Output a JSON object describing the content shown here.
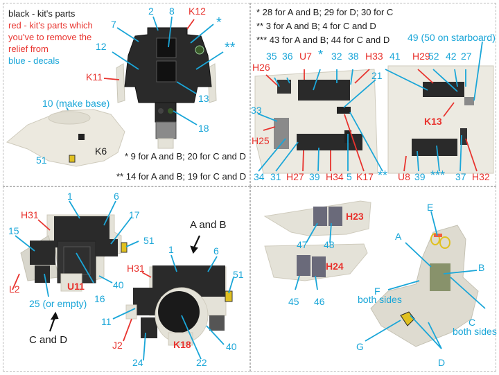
{
  "legend": {
    "black": "black - kit's parts",
    "red_1": "red - kit's parts which",
    "red_2": "you've to remove the",
    "red_3": "relief from",
    "blue": "blue - decals"
  },
  "colors": {
    "decal_blue": "#1aa6d8",
    "relief_red": "#e8332e",
    "kit_black": "#1a1a1a",
    "resin": "#e4e2d8",
    "panel_dark": "#2a2a2a"
  },
  "panel_top_left": {
    "labels": {
      "l2": "2",
      "l8": "8",
      "k12": "K12",
      "l7": "7",
      "star": "*",
      "l12": "12",
      "dstar": "**",
      "k11": "K11",
      "l13": "13",
      "l18": "18",
      "l10": "10 (make base)",
      "k6": "K6",
      "l51": "51"
    },
    "notes": [
      "* 9 for A and B; 20 for C and D",
      "** 14 for A and B; 19 for C and D"
    ]
  },
  "panel_top_right": {
    "notes": [
      "* 28 for A and B; 29 for D; 30 for C",
      "** 3 for A and B; 4 for C and D",
      "*** 43 for A and B; 44 for C and D"
    ],
    "labels": {
      "l49": "49 (50 on starboard)",
      "l35": "35",
      "l36": "36",
      "u7": "U7",
      "star": "*",
      "l32": "32",
      "l38": "38",
      "h33": "H33",
      "l41": "41",
      "h29": "H29",
      "l52": "52",
      "l42": "42",
      "l27": "27",
      "h26": "H26",
      "l21": "21",
      "l33": "33",
      "h25": "H25",
      "k13": "K13",
      "l34": "34",
      "l31": "31",
      "h27": "H27",
      "l39a": "39",
      "h34": "H34",
      "l5": "5",
      "k17": "K17",
      "dstar": "**",
      "u8": "U8",
      "l39b": "39",
      "tstar": "***",
      "l37": "37",
      "h32": "H32"
    }
  },
  "panel_bottom_left": {
    "labels": {
      "l1a": "1",
      "l6a": "6",
      "h31a": "H31",
      "l17": "17",
      "l15": "15",
      "l51a": "51",
      "l2": "L2",
      "u11": "U11",
      "l16": "16",
      "l40a": "40",
      "l25": "25 (or empty)",
      "cd": "C and D",
      "ab": "A and B",
      "l1b": "1",
      "l6b": "6",
      "h31b": "H31",
      "l51b": "51",
      "l11": "11",
      "j2": "J2",
      "k18": "K18",
      "l24": "24",
      "l22": "22",
      "l40b": "40"
    }
  },
  "panel_bottom_right": {
    "labels": {
      "h23": "H23",
      "l47": "47",
      "l48": "48",
      "h24": "H24",
      "l45": "45",
      "l46": "46",
      "e": "E",
      "a": "A",
      "b": "B",
      "f": "F",
      "f_sub": "both sides",
      "c": "C",
      "c_sub": "both sides",
      "g": "G",
      "d": "D"
    }
  }
}
